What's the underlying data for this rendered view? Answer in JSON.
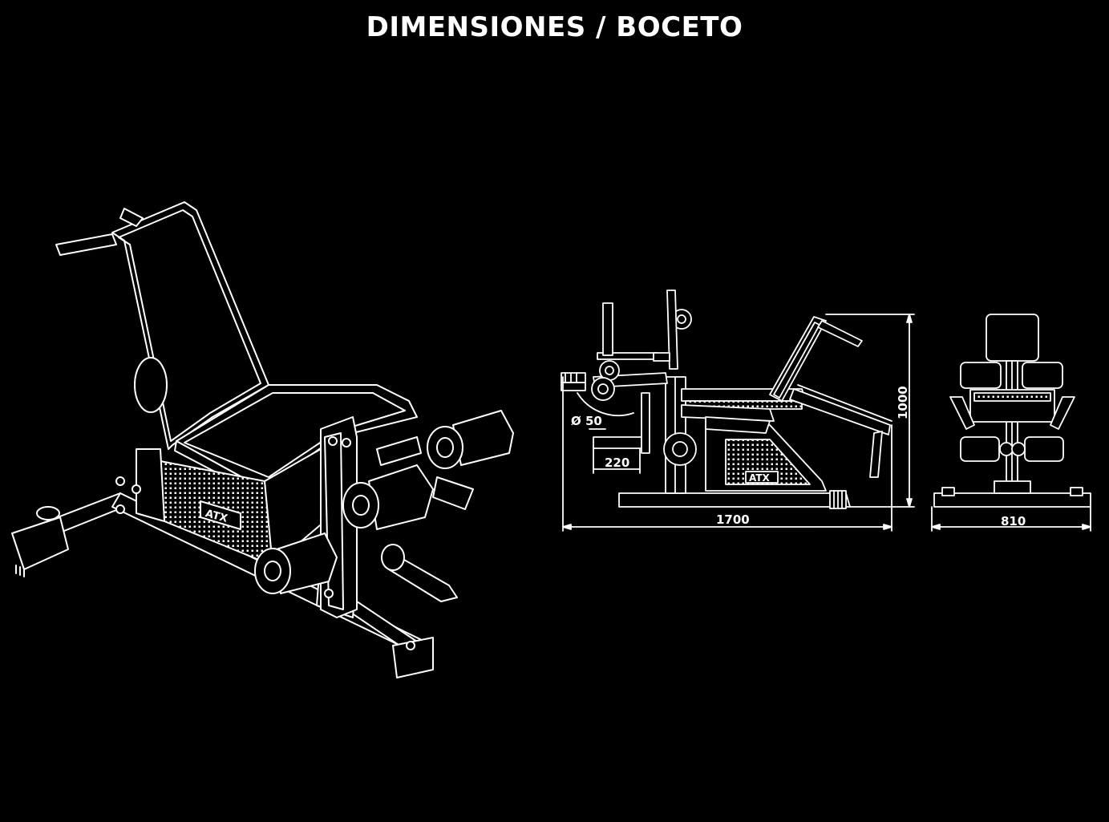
{
  "page": {
    "title": "DIMENSIONES / BOCETO"
  },
  "colors": {
    "background": "#000000",
    "line": "#ffffff",
    "fill_dark": "#000000"
  },
  "drawings": {
    "isometric": {
      "brand": "ATX"
    },
    "side_view": {
      "brand": "ATX",
      "dimensions": {
        "diameter": "Ø 50",
        "pad_length": "220",
        "length": "1700",
        "height": "1000"
      }
    },
    "front_view": {
      "dimensions": {
        "width": "810"
      }
    }
  }
}
